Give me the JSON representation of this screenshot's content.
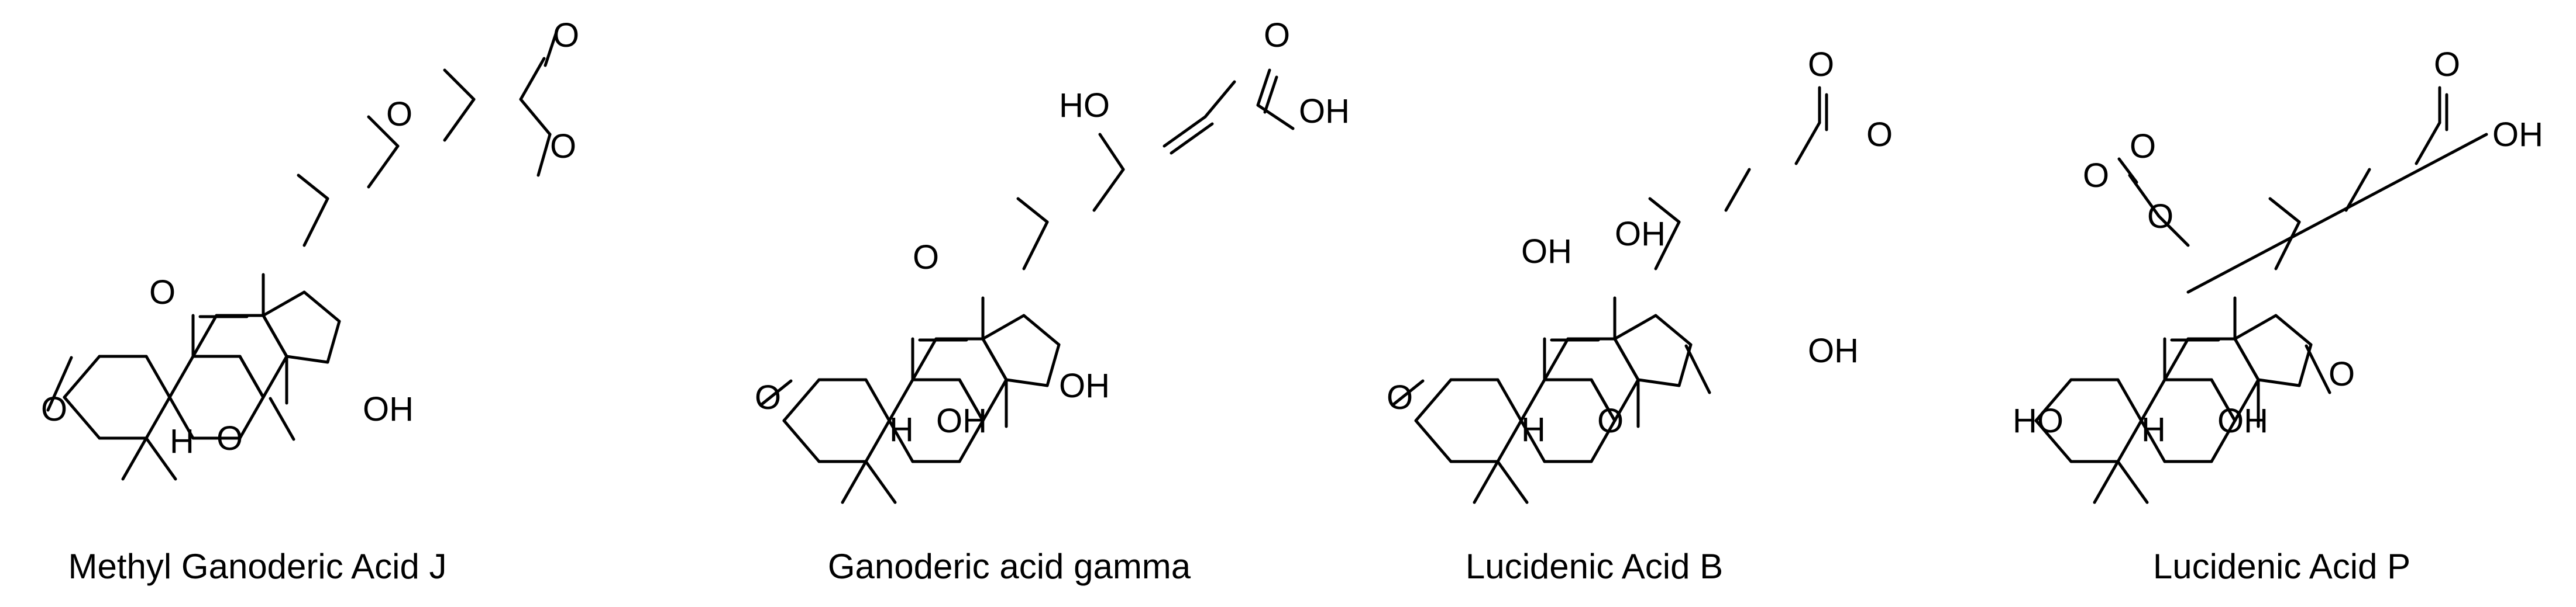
{
  "compounds": [
    {
      "name": "Methyl Ganoderic Acid J",
      "atom_labels": [
        "O",
        "O",
        "O",
        "O",
        "O",
        "O",
        "OH",
        "H"
      ]
    },
    {
      "name": "Ganoderic acid gamma",
      "atom_labels": [
        "O",
        "O",
        "OH",
        "HO",
        "O",
        "OH",
        "OH",
        "H"
      ]
    },
    {
      "name": "Lucidenic Acid B",
      "atom_labels": [
        "O",
        "OH",
        "OH",
        "O",
        "O",
        "O",
        "OH",
        "H"
      ]
    },
    {
      "name": "Lucidenic Acid P",
      "atom_labels": [
        "O",
        "O",
        "O",
        "OH",
        "O",
        "O",
        "HO",
        "OH",
        "H"
      ]
    }
  ],
  "colors": {
    "bond": "#000000",
    "background": "#ffffff",
    "text": "#000000"
  }
}
